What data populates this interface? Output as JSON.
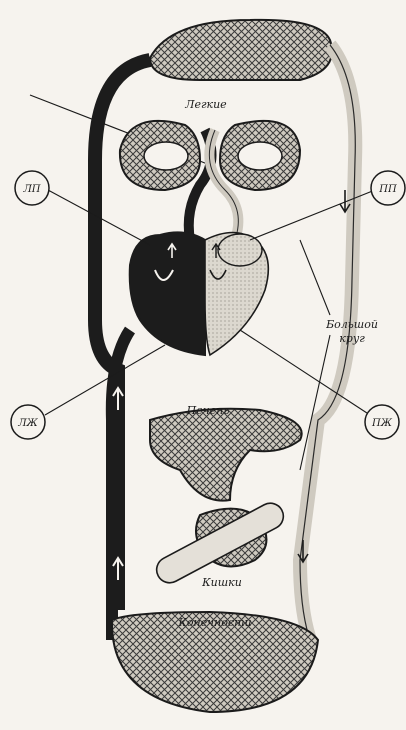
{
  "labels": {
    "lungs": "Легкие",
    "liver": "Печень",
    "intestines": "Кишки",
    "limbs": "Конечности",
    "systemic_line1": "Большой",
    "systemic_line2": "круг"
  },
  "markers": {
    "left_atrium_left": "ЛП",
    "right_atrium_right": "ПП",
    "left_ventricle": "ЛЖ",
    "right_ventricle": "ПЖ"
  },
  "colors": {
    "dark_vessel": "#1c1c1c",
    "light_vessel": "#d7d4cc",
    "background": "#f6f3ee",
    "mesh": "#555555"
  }
}
